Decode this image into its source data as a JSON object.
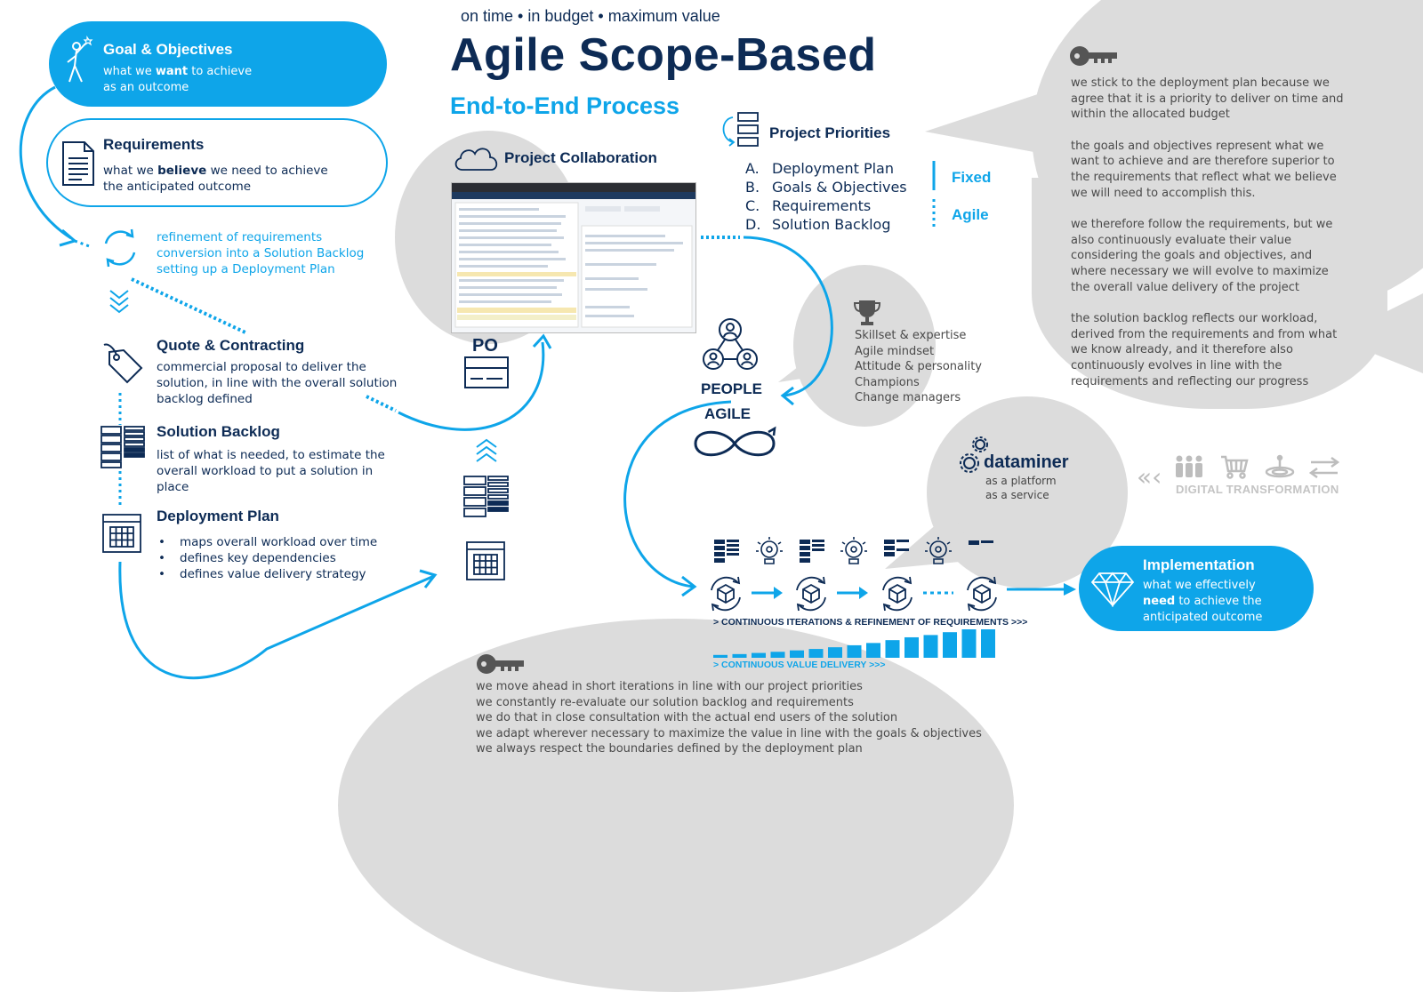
{
  "tagline": "on time • in budget • maximum value",
  "title": "Agile Scope-Based",
  "subtitle": "End-to-End Process",
  "goal": {
    "title": "Goal & Objectives",
    "line1_pre": "what we ",
    "line1_bold": "want",
    "line1_post": " to achieve",
    "line2": "as an outcome"
  },
  "requirements": {
    "title": "Requirements",
    "line1_pre": "what we ",
    "line1_bold": "believe",
    "line1_post": " we need to achieve",
    "line2": "the anticipated outcome"
  },
  "refinement": {
    "lines": [
      "refinement of requirements",
      "conversion into a Solution Backlog",
      "setting up a Deployment Plan"
    ]
  },
  "quote": {
    "title": "Quote & Contracting",
    "lines": [
      "commercial proposal to deliver the",
      "solution, in line with the overall solution",
      "backlog defined"
    ]
  },
  "backlog": {
    "title": "Solution Backlog",
    "lines": [
      "list of what is needed, to estimate the",
      "overall workload to put a solution in",
      "place"
    ]
  },
  "plan": {
    "title": "Deployment Plan",
    "items": [
      "maps overall workload over time",
      "defines key dependencies",
      "defines value delivery strategy"
    ]
  },
  "collaboration": {
    "title": "Project Collaboration"
  },
  "po_label": "PO",
  "priorities": {
    "title": "Project Priorities",
    "items": [
      {
        "letter": "A.",
        "label": "Deployment Plan"
      },
      {
        "letter": "B.",
        "label": "Goals & Objectives"
      },
      {
        "letter": "C.",
        "label": "Requirements"
      },
      {
        "letter": "D.",
        "label": "Solution Backlog"
      }
    ],
    "fixed_label": "Fixed",
    "agile_label": "Agile"
  },
  "people": {
    "label1": "PEOPLE",
    "label2": "AGILE",
    "traits": [
      "Skillset & expertise",
      "Agile mindset",
      "Attitude & personality",
      "Champions",
      "Change managers"
    ]
  },
  "key_right": {
    "paragraphs": [
      [
        "we stick to the deployment plan because we",
        "agree that it is a priority to deliver on time and",
        "within the allocated budget"
      ],
      [
        "the goals and objectives represent what we",
        "want to achieve and are therefore superior to",
        "the requirements that reflect what we believe",
        "we will need to accomplish this."
      ],
      [
        "we therefore follow the requirements, but we",
        "also continuously evaluate their value",
        "considering the goals and objectives, and",
        "where necessary we will evolve to maximize",
        "the overall value delivery of the project"
      ],
      [
        "the solution backlog reflects our workload,",
        "derived from the requirements and from what",
        "we know already, and it therefore also",
        "continuously evolves in line with the",
        "requirements and reflecting our progress"
      ]
    ]
  },
  "dataminer": {
    "name": "dataminer",
    "lines": [
      "as a platform",
      "as a service"
    ]
  },
  "digital": {
    "chevrons": "«‹",
    "label": "DIGITAL TRANSFORMATION"
  },
  "iterations_label": "> CONTINUOUS ITERATIONS & REFINEMENT OF REQUIREMENTS >>>",
  "value_label": "> CONTINUOUS VALUE DELIVERY >>>",
  "value_bars": [
    0.1,
    0.13,
    0.17,
    0.21,
    0.26,
    0.31,
    0.37,
    0.44,
    0.52,
    0.62,
    0.72,
    0.8,
    0.9,
    1.0,
    1.0
  ],
  "implementation": {
    "title": "Implementation",
    "line1": "what we effectively",
    "line2_bold": "need",
    "line2_post": " to achieve the",
    "line3": "anticipated outcome"
  },
  "key_bottom": {
    "lines": [
      "we move ahead in short iterations in line with our project priorities",
      "we constantly re-evaluate our solution backlog and requirements",
      "we do that in close consultation with the actual end users of the solution",
      "we adapt wherever necessary to maximize the value in line with the goals & objectives",
      "we always respect the boundaries defined by the deployment plan"
    ]
  },
  "colors": {
    "accent": "#0ea5e9",
    "navy": "#0d2b55",
    "bubble": "#dcdcdc"
  },
  "icons": [
    "person-reaching-star-icon",
    "document-icon",
    "refresh-cycle-icon",
    "chevrons-down-icon",
    "price-tag-icon",
    "backlog-grid-icon",
    "calendar-grid-icon",
    "cloud-icon",
    "screen-icon",
    "chevrons-up-icon",
    "priority-list-icon",
    "people-network-icon",
    "infinity-icon",
    "trophy-icon",
    "key-icon",
    "gear-icon",
    "diamond-icon",
    "lightbulb-gear-icon",
    "cube-cycle-icon",
    "people-icon",
    "cart-icon",
    "signal-icon",
    "exchange-arrows-icon"
  ]
}
